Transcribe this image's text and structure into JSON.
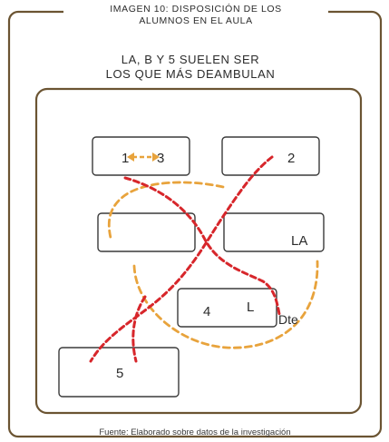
{
  "title_line1": "Imagen 10: Disposición de los",
  "title_line2": "alumnos en el aula",
  "subtitle_line1": "LA, B Y 5 SUELEN SER",
  "subtitle_line2": "LOS QUE MÁS DEAMBULAN",
  "source": "Fuente: Elaborado sobre datos de la investigación",
  "desks": {
    "desk_1_3": {
      "label_a": "1",
      "label_b": "3"
    },
    "desk_2": {
      "label": "2"
    },
    "desk_empty": {
      "label": ""
    },
    "desk_la": {
      "label": "LA"
    },
    "desk_4": {
      "label_a": "4",
      "label_b": "L"
    },
    "desk_5": {
      "label": "5"
    }
  },
  "teacher_label": "Dte",
  "colors": {
    "frame": "#6b5432",
    "red_path": "#d7262b",
    "orange_path": "#e8a33c"
  }
}
